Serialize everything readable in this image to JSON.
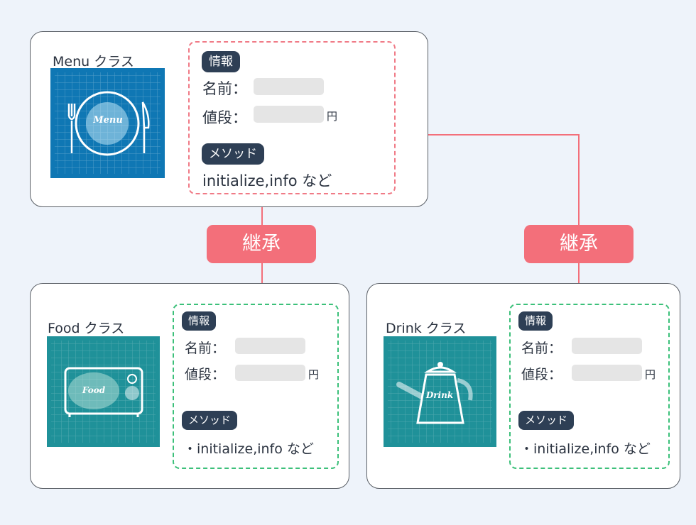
{
  "menu_class": {
    "title": "Menu クラス",
    "image_text": "Menu",
    "info_tag": "情報",
    "name_label": "名前：",
    "price_label": "値段：",
    "price_unit": "円",
    "methods_tag": "メソッド",
    "methods_text": "initialize,info など",
    "panel_color": "#f07a86",
    "image_color": "#0f77b4"
  },
  "food_class": {
    "title": "Food クラス",
    "image_text": "Food",
    "info_tag": "情報",
    "name_label": "名前：",
    "price_label": "値段：",
    "price_unit": "円",
    "methods_tag": "メソッド",
    "methods_text": "・initialize,info など",
    "panel_color": "#3cc07a",
    "image_color": "#1f9199"
  },
  "drink_class": {
    "title": "Drink クラス",
    "image_text": "Drink",
    "info_tag": "情報",
    "name_label": "名前：",
    "price_label": "値段：",
    "price_unit": "円",
    "methods_tag": "メソッド",
    "methods_text": "・initialize,info など",
    "panel_color": "#3cc07a",
    "image_color": "#1f9199"
  },
  "inheritance": {
    "left_label": "継承",
    "right_label": "継承",
    "arrow_color": "#f36f7a"
  }
}
